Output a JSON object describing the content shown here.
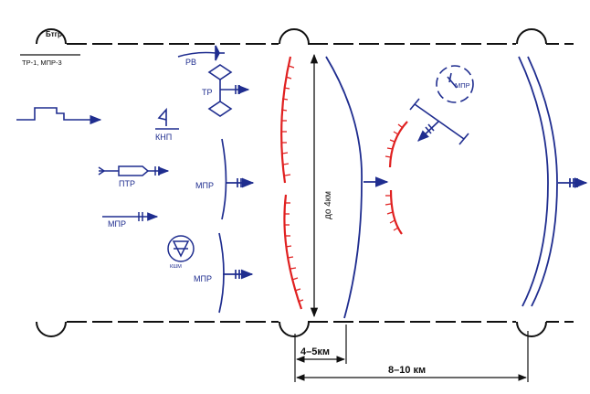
{
  "colors": {
    "blue": "#1f2d8f",
    "red": "#e02020",
    "black": "#111111"
  },
  "header": {
    "unit": "Бтгр",
    "composition": "ТР-1, МПР-3"
  },
  "labels": {
    "rv": "РВ",
    "tr": "ТР",
    "knp": "КНП",
    "ptr": "ПТР",
    "mpr_left": "МПР",
    "mpr_mid_top": "МПР",
    "mpr_mid_bottom": "МПР",
    "mpr_right": "МПР",
    "kshm": "КШМ",
    "depth": "до 4км"
  },
  "dimensions": {
    "near": "4–5км",
    "far": "8–10 км"
  }
}
